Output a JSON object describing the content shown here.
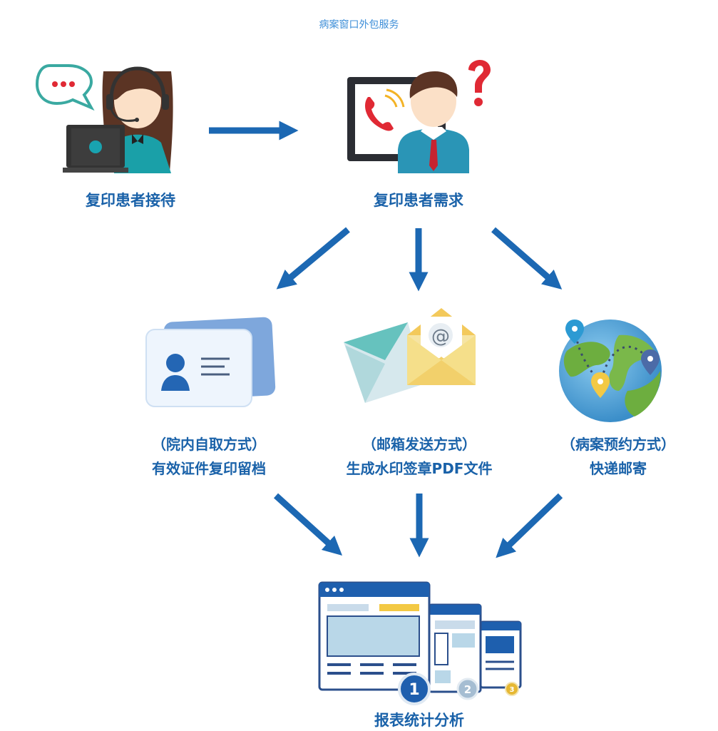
{
  "title": "病案窗口外包服务",
  "nodes": {
    "reception": {
      "label": "复印患者接待"
    },
    "demand": {
      "label": "复印患者需求"
    },
    "inhouse": {
      "line1": "（院内自取方式）",
      "line2": "有效证件复印留档"
    },
    "email": {
      "line1": "（邮箱发送方式）",
      "line2": "生成水印签章PDF文件"
    },
    "courier": {
      "line1": "（病案预约方式）",
      "line2": "快递邮寄"
    },
    "report": {
      "label": "报表统计分析"
    }
  },
  "illustrations": {
    "email_symbol": "@",
    "ranks": [
      "1",
      "2",
      "3"
    ]
  },
  "colors": {
    "arrow": "#1c68b3",
    "label": "#1a62a9",
    "title": "#3f8fd8"
  },
  "icons": [
    "call-center-agent-icon",
    "phone-caller-icon",
    "id-card-icon",
    "email-envelope-icon",
    "globe-route-icon",
    "report-screens-icon"
  ]
}
